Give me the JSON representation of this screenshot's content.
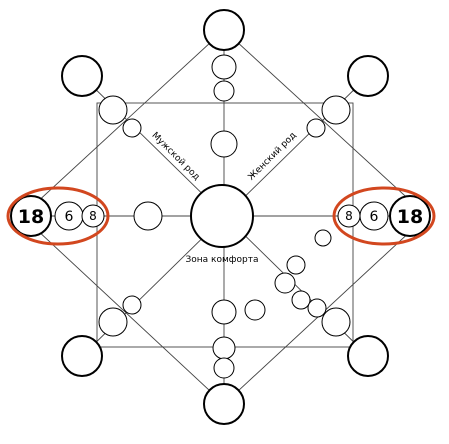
{
  "diagram": {
    "labels": {
      "center": "Зона комфорта",
      "masculine": "Мужской род",
      "feminine": "Женский род"
    },
    "left_group": {
      "big": "18",
      "mid": "6",
      "small": "8"
    },
    "right_group": {
      "big": "18",
      "mid": "6",
      "small": "8"
    },
    "colors": {
      "highlight_ring": "#d2471f",
      "lines": "#444444",
      "circle_stroke": "#000000",
      "background": "#ffffff"
    }
  }
}
